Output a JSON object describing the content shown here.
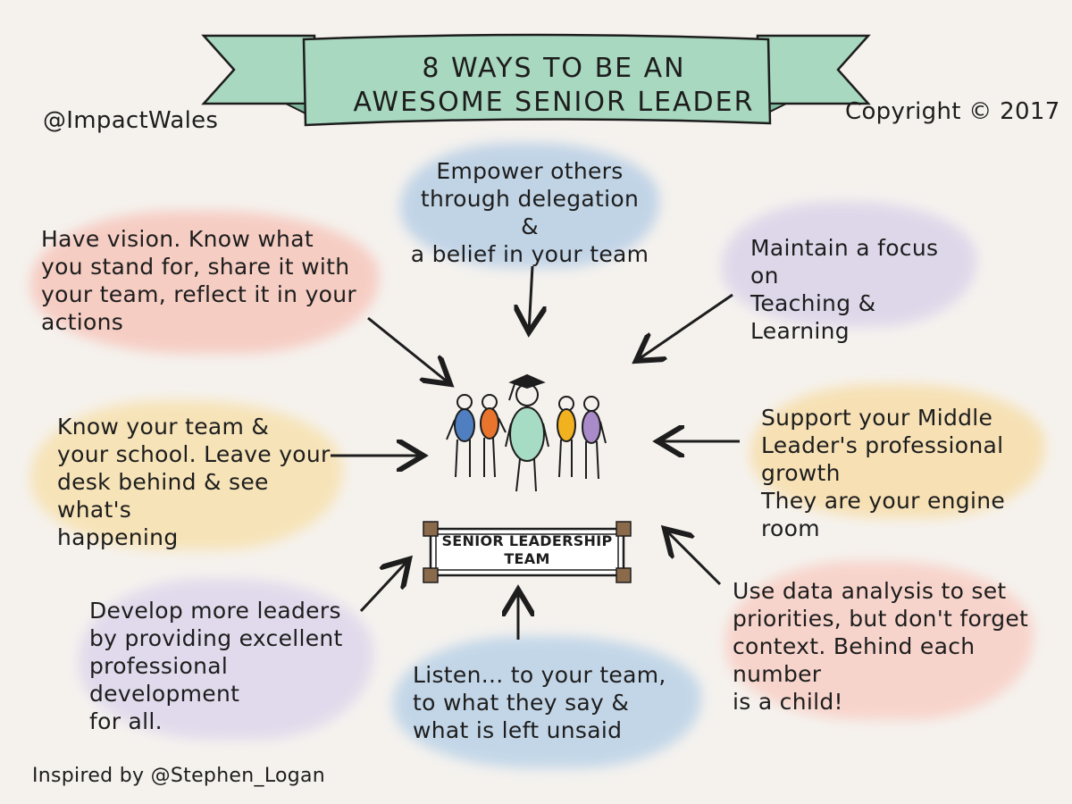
{
  "header": {
    "title": "8 WAYS TO BE AN\nAWESOME SENIOR LEADER",
    "handle": "@ImpactWales",
    "copyright": "Copyright © 2017"
  },
  "center": {
    "label": "SENIOR LEADERSHIP\nTEAM"
  },
  "notes": [
    {
      "id": "empower",
      "text": "Empower others\nthrough delegation &\na belief in your team",
      "color": "#b9cfe4"
    },
    {
      "id": "vision",
      "text": "Have vision. Know what\nyou stand for, share it with\nyour team, reflect it in your\nactions",
      "color": "#f5c6bd"
    },
    {
      "id": "focus",
      "text": "Maintain a focus on\nTeaching & Learning",
      "color": "#d9d2e8"
    },
    {
      "id": "know-team",
      "text": "Know your team &\nyour school. Leave your\ndesk behind & see what's\nhappening",
      "color": "#f6e1b0"
    },
    {
      "id": "support",
      "text": "Support your Middle\nLeader's professional growth\nThey are your engine room",
      "color": "#f6deac"
    },
    {
      "id": "develop",
      "text": "Develop more leaders\nby providing excellent\nprofessional development\nfor all.",
      "color": "#ddd6eb"
    },
    {
      "id": "listen",
      "text": "Listen... to your team,\nto what they say &\nwhat is left unsaid",
      "color": "#bcd2e7"
    },
    {
      "id": "data",
      "text": "Use data analysis to set\npriorities, but don't forget\ncontext. Behind each number\nis a child!",
      "color": "#f7cfc6"
    }
  ],
  "footer": {
    "credit": "Inspired by @Stephen_Logan"
  },
  "colors": {
    "banner": "#a8d8bf",
    "banner_dark": "#7fb89c",
    "frame_corner": "#8a6a4a",
    "figure_blue": "#4f7fc0",
    "figure_orange": "#e8742e",
    "figure_green": "#a7dcc4",
    "figure_yellow": "#f2b21f",
    "figure_purple": "#a98bc9"
  }
}
